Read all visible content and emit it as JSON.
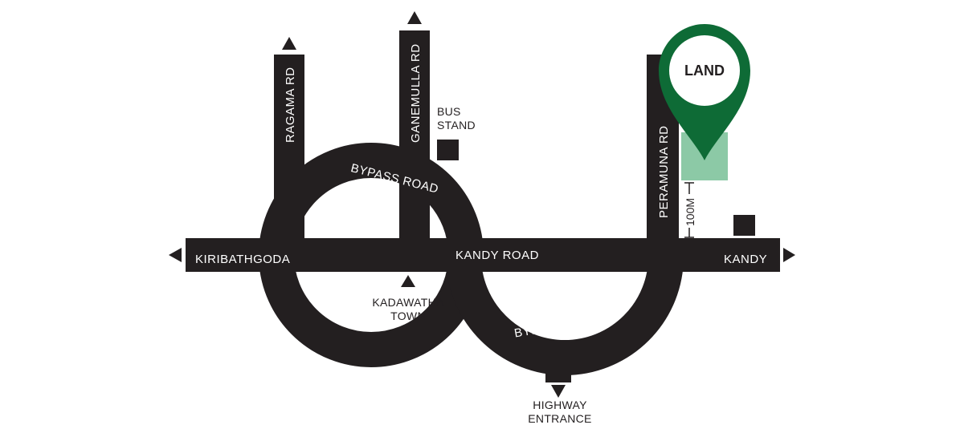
{
  "colors": {
    "road": "#231f20",
    "pin": "#0e6b36",
    "land_parcel": "#8cc9a6",
    "background": "#ffffff"
  },
  "roads": {
    "kandy_road": "KANDY ROAD",
    "bypass_road_top": "BYPASS ROAD",
    "bypass_road_bottom": "BYPASS ROAD",
    "ragama_rd": "RAGAMA RD",
    "ganemulla_rd": "GANEMULLA RD",
    "peramuna_rd": "PERAMUNA RD"
  },
  "places": {
    "kiribathgoda": "KIRIBATHGODA",
    "kandy": "KANDY",
    "bus_stand_line1": "BUS",
    "bus_stand_line2": "STAND",
    "kadawatha_line1": "KADAWATHA",
    "kadawatha_line2": "TOWN",
    "highway_line1": "HIGHWAY",
    "highway_line2": "ENTRANCE"
  },
  "pin": {
    "label": "LAND",
    "icon": "map-pin-icon"
  },
  "distance": {
    "label": "100M"
  }
}
